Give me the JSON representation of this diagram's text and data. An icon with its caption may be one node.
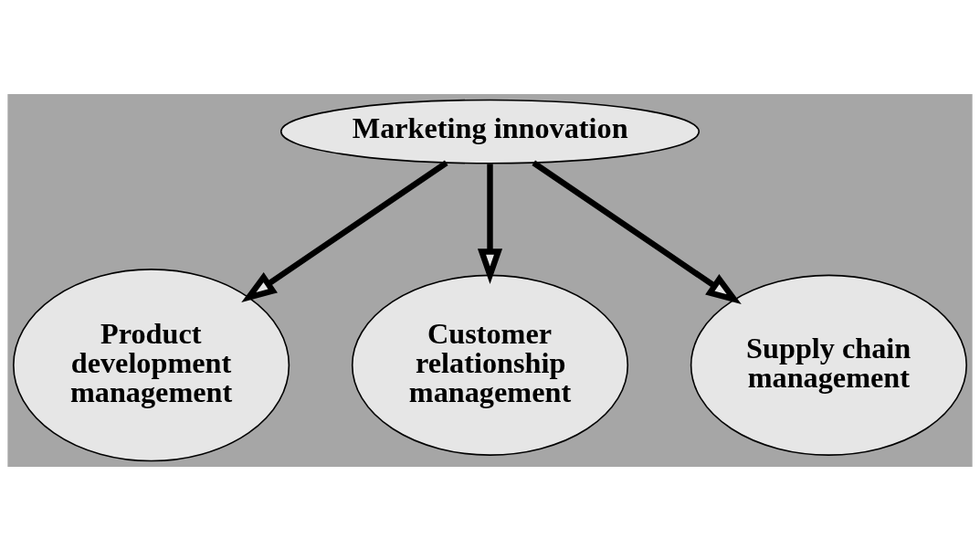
{
  "diagram": {
    "nodes": [
      {
        "text": [
          "Marketing innovation"
        ]
      },
      {
        "text": [
          "Product development management"
        ]
      },
      {
        "text": [
          "Supply chain management"
        ]
      },
      {
        "text": [
          "Customer relationship management"
        ]
      }
    ],
    "edges": [
      {
        "from": 0,
        "to": 1,
        "arrow": "to"
      },
      {
        "from": 0,
        "to": 2,
        "arrow": "to"
      },
      {
        "from": 0,
        "to": 3,
        "arrow": "to"
      }
    ]
  }
}
